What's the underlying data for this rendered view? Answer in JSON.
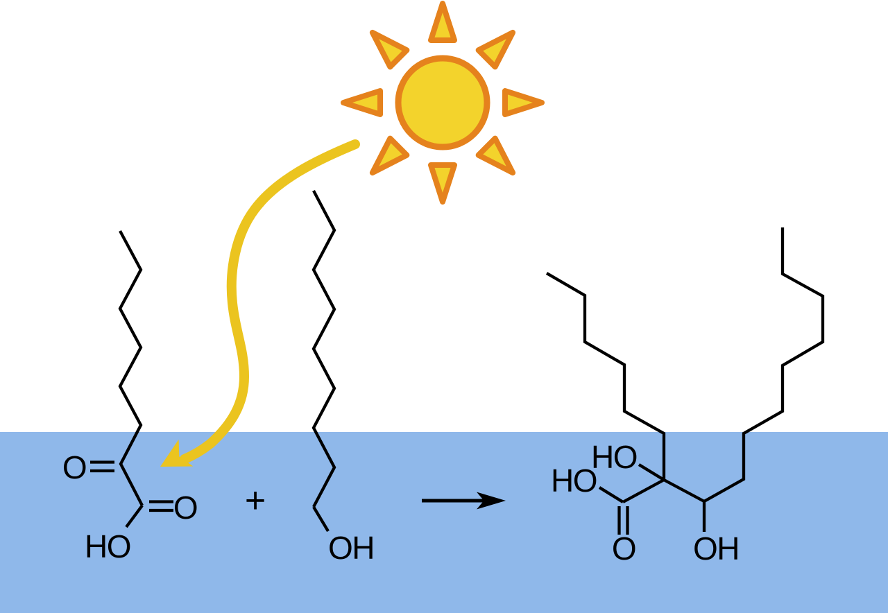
{
  "colors": {
    "background": "#ffffff",
    "water": "#8fb8ea",
    "sun_fill": "#f3d32c",
    "sun_stroke": "#e5821d",
    "sunbeam": "#ebc41f",
    "ink": "#000000"
  },
  "labels": {
    "plus": "+",
    "keto_acid": {
      "ketone_oxygen": "O",
      "acid_oxygen": "O",
      "acid_hydroxyl": "HO"
    },
    "alcohol": {
      "hydroxyl": "OH"
    },
    "product": {
      "tertiary_hydroxyl": "HO",
      "acid_hydroxyl": "HO",
      "carbonyl_oxygen": "O",
      "secondary_hydroxyl": "OH"
    }
  }
}
